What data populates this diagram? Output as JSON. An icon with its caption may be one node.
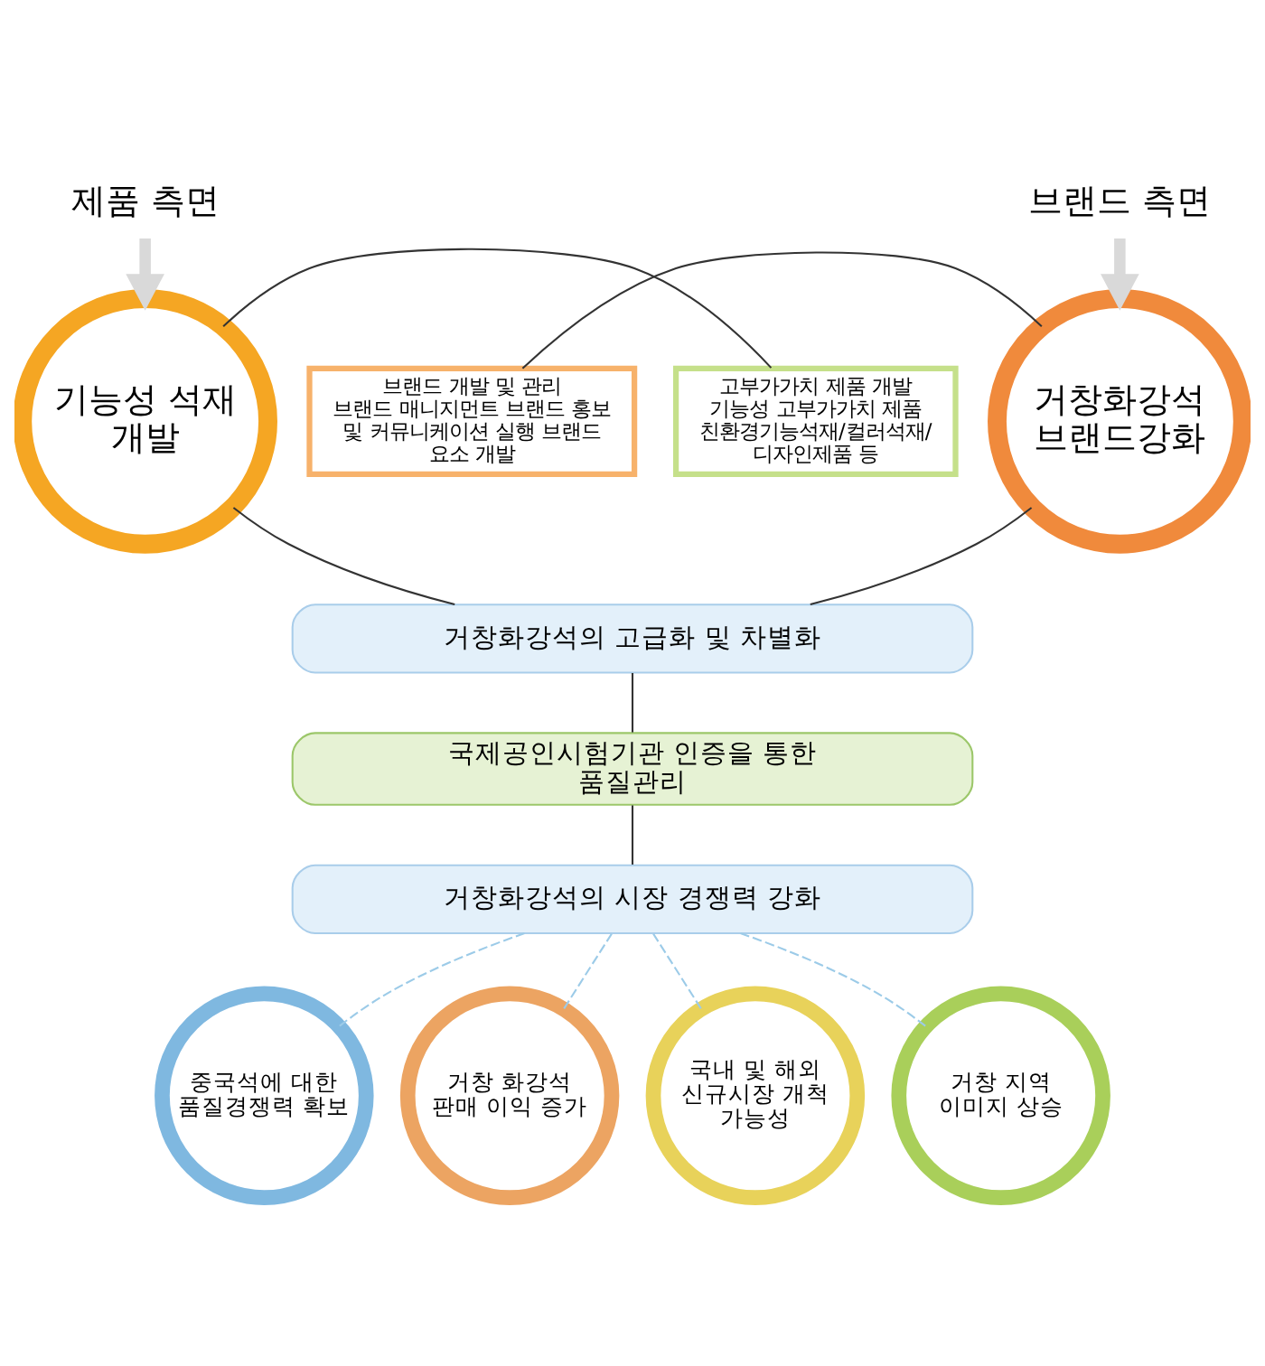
{
  "diagram": {
    "nodes": [
      {
        "text": [
          "제품 측면"
        ]
      },
      {
        "text": [
          "고부가가치 제품 개발",
          "기능성 고부가가치 제품 친환경기능석재/컬러석재/ 디자인제품 등"
        ]
      },
      {
        "text": [
          "기능성 석재 개발"
        ]
      },
      {
        "text": [
          "브랜드 측면"
        ]
      },
      {
        "text": [
          "브랜드 개발 및 관리",
          "브랜드 매니지먼트 브랜드 홍보 및 커뮤니케이션 실행 브랜드 요소 개발"
        ]
      },
      {
        "text": [
          "거창화강석 브랜드강화"
        ]
      },
      {
        "text": [
          "거창화강석의 고급화 및 차별화"
        ]
      },
      {
        "text": [
          "국제공인시험기관 인증을 통한 품질관리"
        ]
      },
      {
        "text": [
          "거창화강석의 시장 경쟁력 강화"
        ]
      },
      {
        "text": [
          "중국석에 대한 품질경쟁력 확보"
        ]
      },
      {
        "text": [
          "거창 화강석 판매 이익 증가"
        ]
      },
      {
        "text": [
          "국내 및 해외 신규시장 개척 가능성"
        ]
      },
      {
        "text": [
          "거창 지역 이미지 상승"
        ]
      }
    ],
    "edges": [
      {
        "from": 0,
        "to": 2,
        "arrow": "to",
        "style": "thick",
        "color": "#d9d9d9"
      },
      {
        "from": 1,
        "to": 2,
        "arrow": "none"
      },
      {
        "from": 3,
        "to": 5,
        "arrow": "to",
        "style": "thick",
        "color": "#d9d9d9"
      },
      {
        "from": 4,
        "to": 5,
        "arrow": "none"
      },
      {
        "from": 2,
        "to": 6,
        "arrow": "none"
      },
      {
        "from": 5,
        "to": 6,
        "arrow": "none"
      },
      {
        "from": 6,
        "to": 7,
        "arrow": "none"
      },
      {
        "from": 7,
        "to": 8,
        "arrow": "none"
      },
      {
        "from": 8,
        "to": 9,
        "arrow": "none",
        "style": "dashed",
        "color": "#9ccbe8"
      },
      {
        "from": 8,
        "to": 10,
        "arrow": "none",
        "style": "dashed",
        "color": "#9ccbe8"
      },
      {
        "from": 8,
        "to": 11,
        "arrow": "none",
        "style": "dashed",
        "color": "#9ccbe8"
      },
      {
        "from": 8,
        "to": 12,
        "arrow": "none",
        "style": "dashed",
        "color": "#9ccbe8"
      }
    ]
  }
}
